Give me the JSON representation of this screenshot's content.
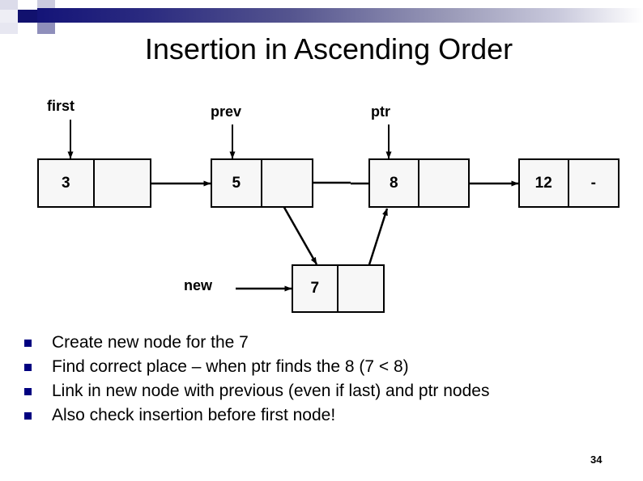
{
  "slide": {
    "title": "Insertion in Ascending Order",
    "number": "34",
    "accent_color": "#000080",
    "band_color": "#141478"
  },
  "diagram": {
    "pointer_labels": {
      "first": "first",
      "prev": "prev",
      "ptr": "ptr",
      "new": "new"
    },
    "nodes": [
      {
        "id": "node-3",
        "data": "3",
        "link": ""
      },
      {
        "id": "node-5",
        "data": "5",
        "link": ""
      },
      {
        "id": "node-8",
        "data": "8",
        "link": ""
      },
      {
        "id": "node-12",
        "data": "12",
        "link": "-"
      },
      {
        "id": "node-7",
        "data": "7",
        "link": ""
      }
    ]
  },
  "bullets": [
    "Create new node for the 7",
    "Find correct place – when ptr finds the 8 (7 < 8)",
    "Link in new node with previous (even if last) and ptr nodes",
    "Also check insertion before first node!"
  ]
}
